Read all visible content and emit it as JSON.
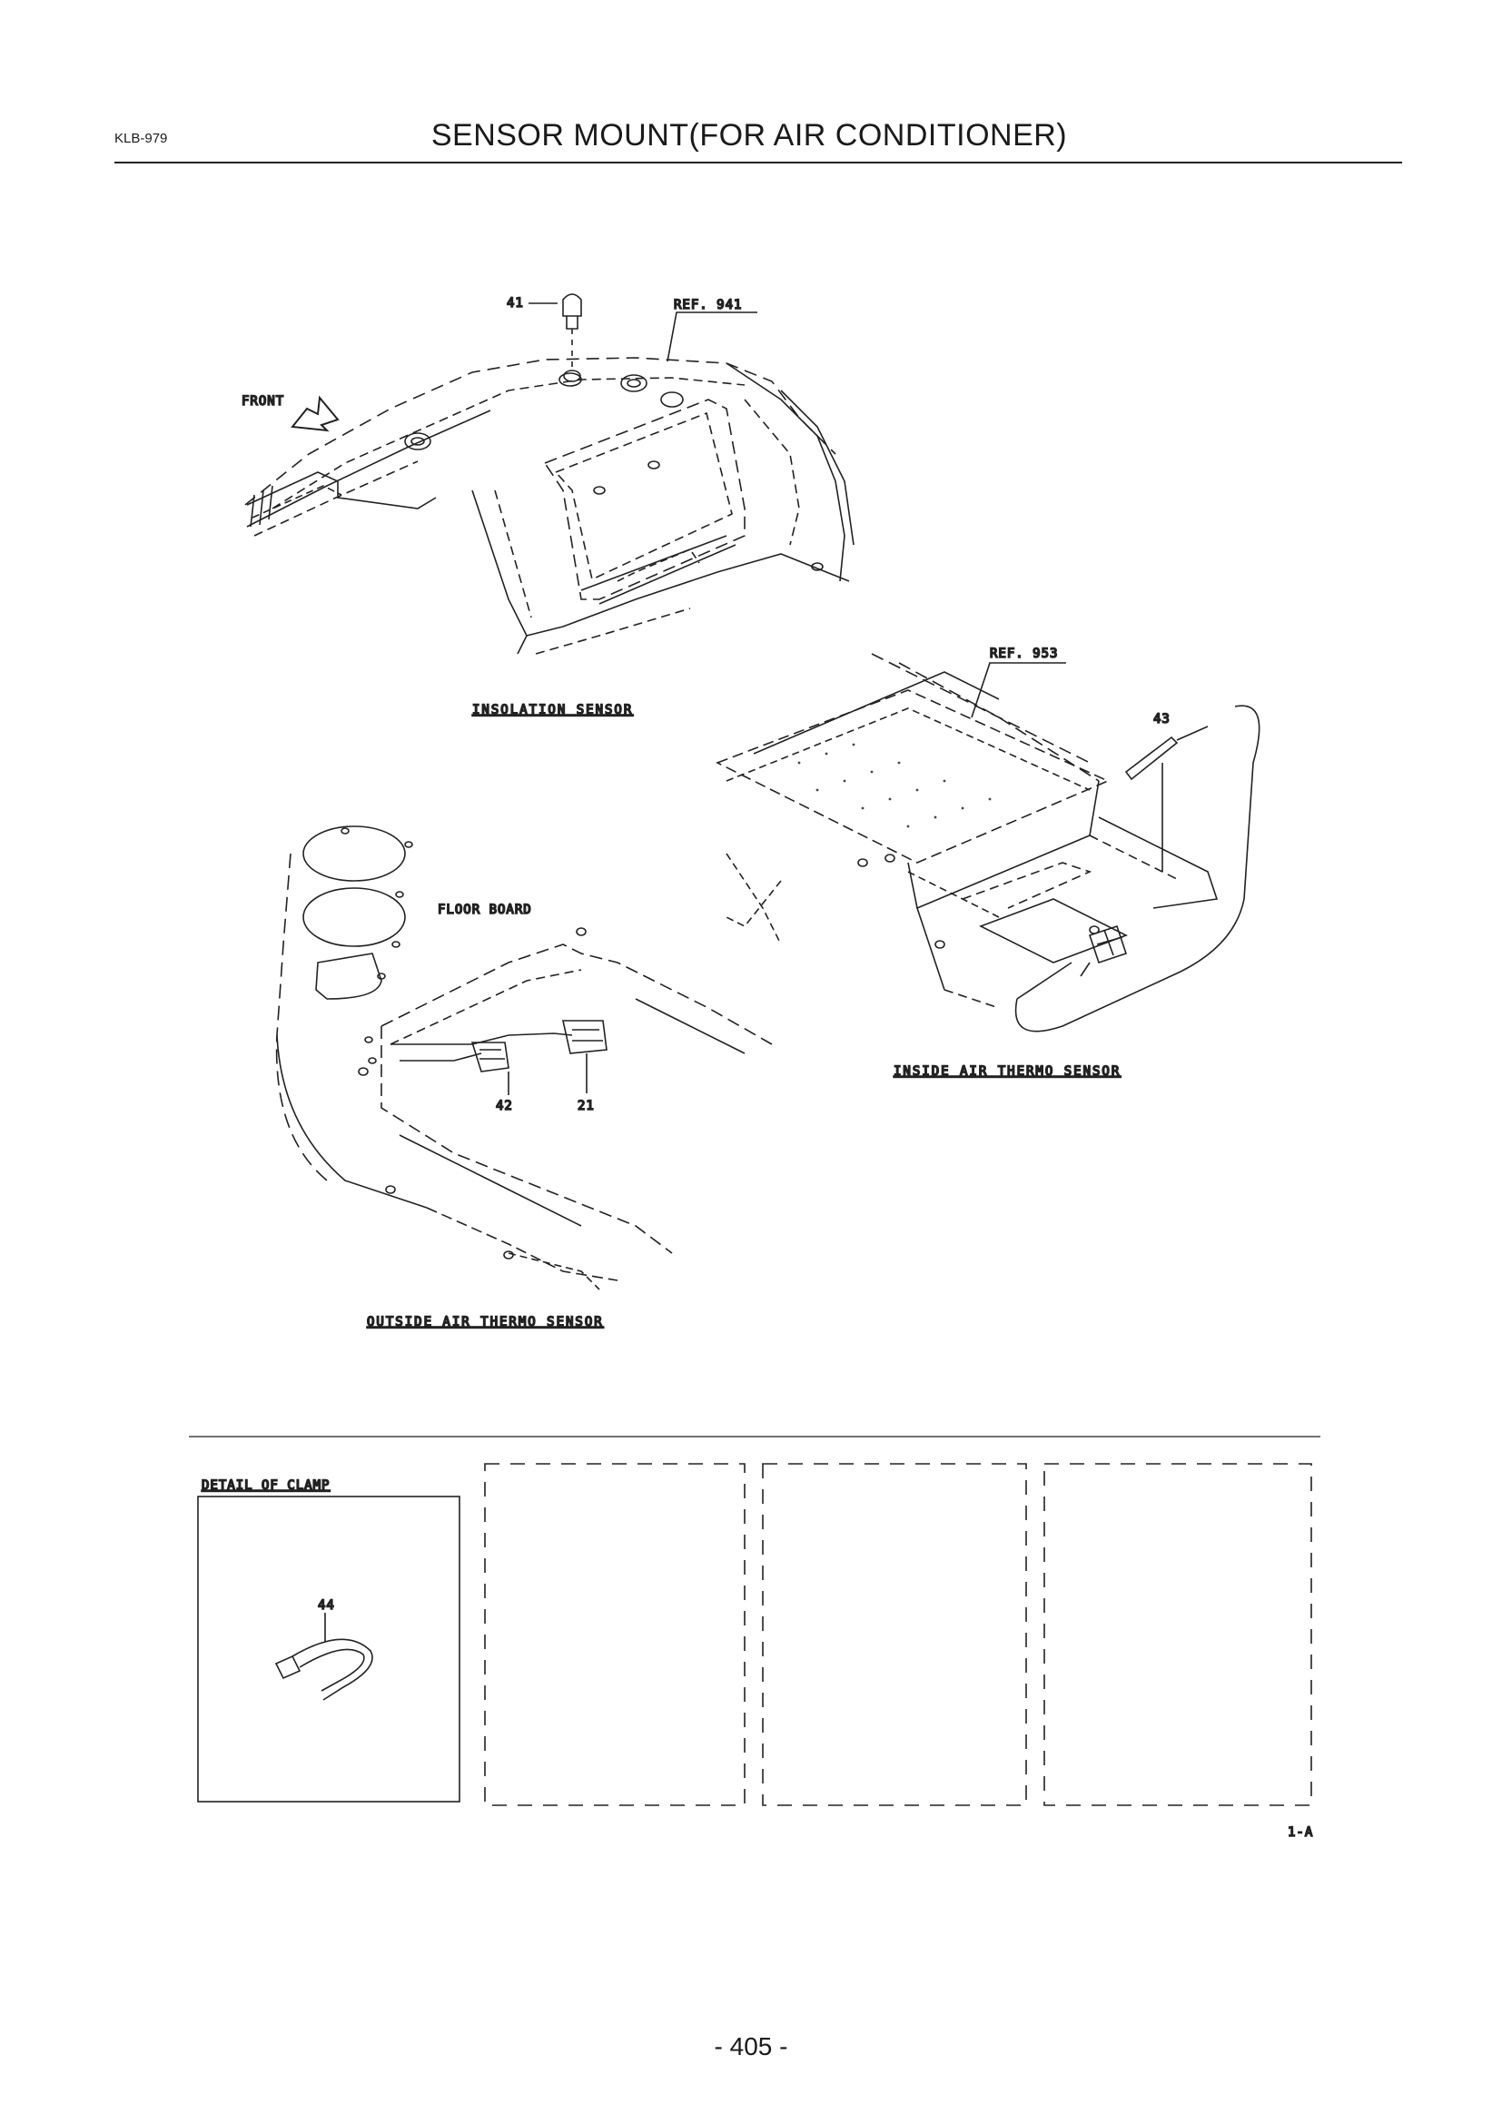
{
  "header": {
    "code": "KLB-979",
    "title": "SENSOR MOUNT(FOR AIR CONDITIONER)"
  },
  "labels": {
    "front": "FRONT",
    "ref_941": "REF. 941",
    "ref_953": "REF. 953",
    "floor_board": "FLOOR BOARD"
  },
  "sections": {
    "insolation": "INSOLATION SENSOR",
    "inside_air": "INSIDE AIR THERMO SENSOR",
    "outside_air": "OUTSIDE AIR THERMO SENSOR",
    "detail_clamp": "DETAIL OF CLAMP"
  },
  "callouts": {
    "p41": "41",
    "p42": "42",
    "p21": "21",
    "p43": "43",
    "p44": "44"
  },
  "footer": {
    "revision": "1-A",
    "page_number": "- 405 -"
  }
}
